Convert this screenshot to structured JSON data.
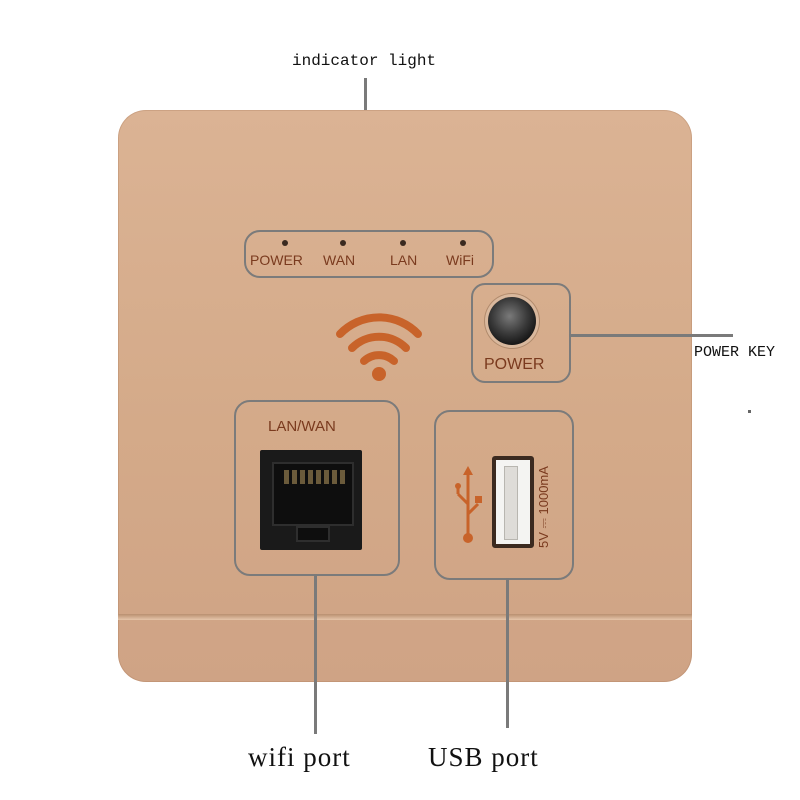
{
  "callouts": {
    "indicator_light": "indicator light",
    "power_key": "POWER KEY",
    "wifi_port": "wifi port",
    "usb_port": "USB port"
  },
  "panel": {
    "indicators": [
      "POWER",
      "WAN",
      "LAN",
      "WiFi"
    ],
    "power_button_label": "POWER",
    "lan_wan_label": "LAN/WAN",
    "usb_spec": "5V ⎓ 1000mA"
  },
  "icons": {
    "wifi": "wifi-icon",
    "usb": "usb-icon"
  },
  "colors": {
    "plate": "#d6ad8d",
    "print": "#7a3a1e",
    "wifi_symbol": "#c8632a"
  }
}
